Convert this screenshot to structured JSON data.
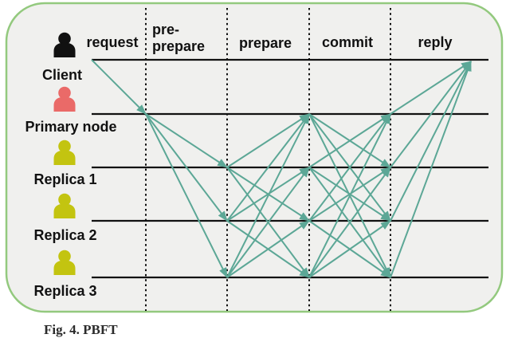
{
  "figure": {
    "caption": "Fig. 4. PBFT"
  },
  "diagram": {
    "colors": {
      "panel_bg": "#f0f0ee",
      "panel_border": "#93c97e",
      "timeline": "#111111",
      "separator": "#111111",
      "arrow": "#5ca796"
    },
    "phases": [
      {
        "label": "request"
      },
      {
        "label_line1": "pre-",
        "label_line2": "prepare"
      },
      {
        "label": "prepare"
      },
      {
        "label": "commit"
      },
      {
        "label": "reply"
      }
    ],
    "actors": [
      {
        "label": "Client",
        "icon": "person-icon",
        "icon_color": "#111111"
      },
      {
        "label": "Primary node",
        "icon": "person-icon",
        "icon_color": "#ea6a68"
      },
      {
        "label": "Replica 1",
        "icon": "person-icon",
        "icon_color": "#c3c410"
      },
      {
        "label": "Replica 2",
        "icon": "person-icon",
        "icon_color": "#c3c410"
      },
      {
        "label": "Replica 3",
        "icon": "person-icon",
        "icon_color": "#c3c410"
      }
    ],
    "messages": {
      "request": [
        [
          0,
          1
        ]
      ],
      "pre_prepare": [
        [
          1,
          2
        ],
        [
          1,
          3
        ],
        [
          1,
          4
        ]
      ],
      "prepare": [
        [
          2,
          1
        ],
        [
          2,
          3
        ],
        [
          2,
          4
        ],
        [
          3,
          1
        ],
        [
          3,
          2
        ],
        [
          3,
          4
        ],
        [
          4,
          1
        ],
        [
          4,
          2
        ],
        [
          4,
          3
        ]
      ],
      "commit": [
        [
          1,
          2
        ],
        [
          1,
          3
        ],
        [
          1,
          4
        ],
        [
          2,
          1
        ],
        [
          2,
          3
        ],
        [
          2,
          4
        ],
        [
          3,
          1
        ],
        [
          3,
          2
        ],
        [
          3,
          4
        ],
        [
          4,
          1
        ],
        [
          4,
          2
        ],
        [
          4,
          3
        ]
      ],
      "reply": [
        [
          1,
          0
        ],
        [
          2,
          0
        ],
        [
          3,
          0
        ],
        [
          4,
          0
        ]
      ]
    }
  }
}
